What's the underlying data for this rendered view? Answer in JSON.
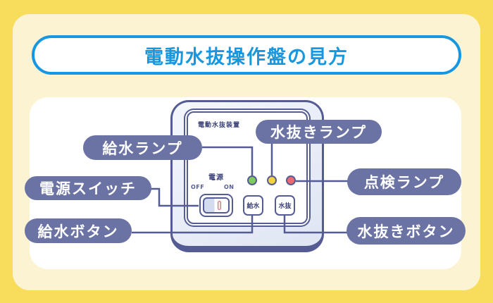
{
  "title": "電動水抜操作盤の見方",
  "panel": {
    "device_label": "電動水抜装置",
    "power_section": {
      "label": "電源",
      "off": "OFF",
      "on": "ON"
    },
    "buttons": {
      "supply": "給水",
      "drain": "水抜"
    },
    "lamps": [
      {
        "name": "supply-lamp",
        "color": "#7FCB5F"
      },
      {
        "name": "drain-lamp",
        "color": "#F2D23F"
      },
      {
        "name": "inspection-lamp",
        "color": "#E96A70"
      }
    ]
  },
  "callouts": {
    "supply_lamp": "給水ランプ",
    "drain_lamp": "水抜きランプ",
    "power_switch": "電源スイッチ",
    "supply_button": "給水ボタン",
    "inspection_lamp": "点検ランプ",
    "drain_button": "水抜きボタン"
  },
  "colors": {
    "background": "#F8DC5C",
    "inner_background": "#FCF3D3",
    "accent_blue": "#1697E0",
    "callout_pill": "#6B73A4",
    "panel_outline": "#555C93",
    "lamp_green": "#7FCB5F",
    "lamp_yellow": "#F2D23F",
    "lamp_red": "#E96A70"
  }
}
